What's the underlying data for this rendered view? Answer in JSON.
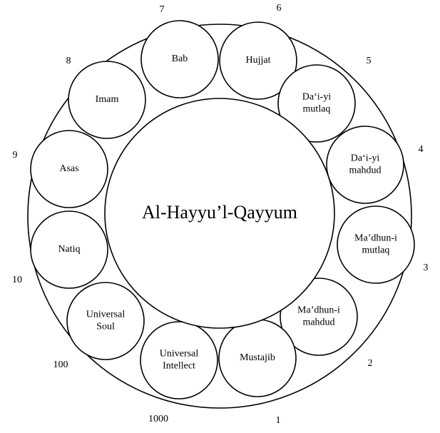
{
  "center": {
    "label": "Al-Hayyu’l-Qayyum"
  },
  "nodes": [
    {
      "lines": [
        "Bab"
      ]
    },
    {
      "lines": [
        "Hujjat"
      ]
    },
    {
      "lines": [
        "Da‘i-yi",
        "mutlaq"
      ]
    },
    {
      "lines": [
        "Da‘i-yi",
        "mahdud"
      ]
    },
    {
      "lines": [
        "Ma’dhun-i",
        "mutlaq"
      ]
    },
    {
      "lines": [
        "Ma’dhun-i",
        "mahdud"
      ]
    },
    {
      "lines": [
        "Mustajib"
      ]
    },
    {
      "lines": [
        "Universal",
        "Intellect"
      ]
    },
    {
      "lines": [
        "Universal",
        "Soul"
      ]
    },
    {
      "lines": [
        "Natiq"
      ]
    },
    {
      "lines": [
        "Asas"
      ]
    },
    {
      "lines": [
        "Imam"
      ]
    }
  ],
  "numbers": [
    "7",
    "6",
    "5",
    "4",
    "3",
    "2",
    "1",
    "1000",
    "100",
    "10",
    "9",
    "8"
  ]
}
